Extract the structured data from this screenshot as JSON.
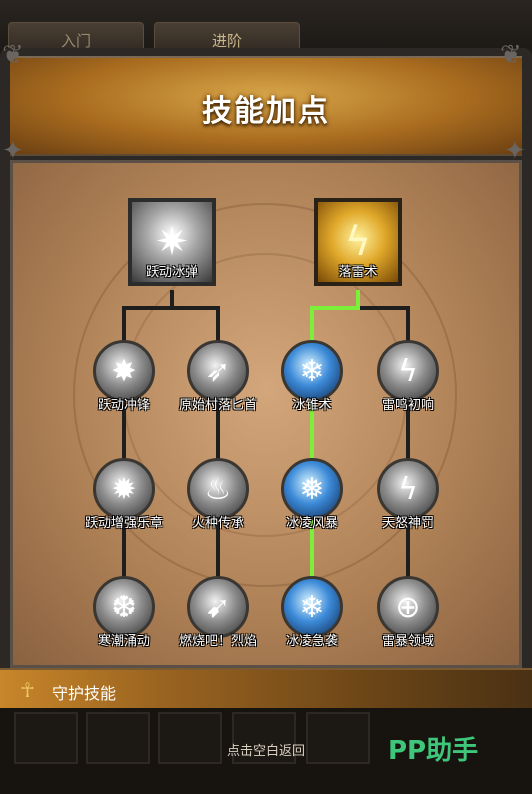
{
  "tabs": [
    "入门",
    "进阶"
  ],
  "header": {
    "title": "技能加点"
  },
  "top_skills": [
    {
      "name": "跃动冰弹",
      "style": "grey",
      "icon": "ice-star-icon"
    },
    {
      "name": "落雷术",
      "style": "gold",
      "icon": "lightning-orb-icon"
    }
  ],
  "skills": [
    {
      "name": "跃动冲锋",
      "style": "grey",
      "icon": "burst-icon",
      "glyph": "✸"
    },
    {
      "name": "原始村落匕首",
      "style": "grey",
      "icon": "dagger-icon",
      "glyph": "➶"
    },
    {
      "name": "冰锥术",
      "style": "blue",
      "icon": "ice-shard-icon",
      "glyph": "❄"
    },
    {
      "name": "雷鸣初响",
      "style": "grey",
      "icon": "thunder-icon",
      "glyph": "ϟ"
    },
    {
      "name": "跃动增强乐章",
      "style": "grey",
      "icon": "burst-icon",
      "glyph": "✹"
    },
    {
      "name": "火种传承",
      "style": "grey",
      "icon": "flame-icon",
      "glyph": "♨"
    },
    {
      "name": "冰凌风暴",
      "style": "blue",
      "icon": "ice-storm-icon",
      "glyph": "❅"
    },
    {
      "name": "天怒神罚",
      "style": "grey",
      "icon": "thunder-icon",
      "glyph": "ϟ"
    },
    {
      "name": "寒潮涌动",
      "style": "grey",
      "icon": "snowflake-icon",
      "glyph": "❆"
    },
    {
      "name": "燃烧吧！烈焰",
      "style": "grey",
      "icon": "arrows-icon",
      "glyph": "➹"
    },
    {
      "name": "冰凌急袭",
      "style": "blue",
      "icon": "ice-rush-icon",
      "glyph": "❄"
    },
    {
      "name": "雷暴领域",
      "style": "grey",
      "icon": "crosshair-icon",
      "glyph": "⊕"
    }
  ],
  "guard": {
    "label": "守护技能",
    "icon": "ankh-icon"
  },
  "footer": {
    "hint": "点击空白返回"
  },
  "watermark": {
    "text": "PP助手"
  },
  "colors": {
    "active_path": "#7bf03a",
    "inactive_path": "#1e1e1e"
  }
}
